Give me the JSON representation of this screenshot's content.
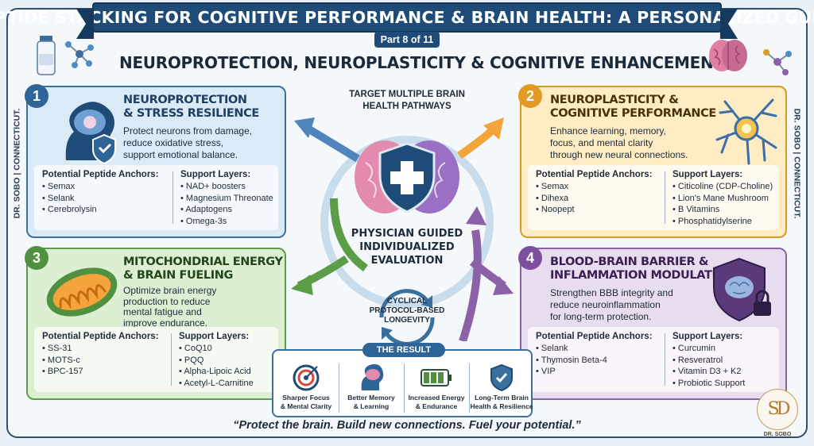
{
  "header": {
    "title": "PEPTIDE STACKING FOR COGNITIVE PERFORMANCE & BRAIN HEALTH: A PERSONALIZED GUIDE",
    "part": "Part 8 of 11",
    "subtitle": "NEUROPROTECTION, NEUROPLASTICITY & COGNITIVE ENHANCEMENT"
  },
  "side_label": "DR. SOBO | CONNECTICUT.",
  "center": {
    "target": "TARGET MULTIPLE BRAIN HEALTH PATHWAYS",
    "evaluation": "PHYSICIAN GUIDED INDIVIDUALIZED EVALUATION",
    "cyclical": "CYCLICAL PROTOCOL-BASED LONGEVITY"
  },
  "cards": [
    {
      "number": "1",
      "title_line1": "NEUROPROTECTION",
      "title_line2": "& STRESS RESILIENCE",
      "desc": [
        "Protect neurons from damage,",
        "reduce oxidative stress,",
        "support emotional balance."
      ],
      "anchors_label": "Potential Peptide Anchors:",
      "anchors": [
        "Semax",
        "Selank",
        "Cerebrolysin"
      ],
      "support_label": "Support Layers:",
      "support": [
        "NAD+ boosters",
        "Magnesium Threonate",
        "Adaptogens",
        "Omega-3s"
      ],
      "icon": "brain-shield-icon"
    },
    {
      "number": "2",
      "title_line1": "NEUROPLASTICITY &",
      "title_line2": "COGNITIVE PERFORMANCE",
      "desc": [
        "Enhance learning, memory,",
        "focus, and mental clarity",
        "through new neural connections."
      ],
      "anchors_label": "Potential Peptide Anchors:",
      "anchors": [
        "Semax",
        "Dihexa",
        "Noopept"
      ],
      "support_label": "Support Layers:",
      "support": [
        "Citicoline (CDP-Choline)",
        "Lion's Mane Mushroom",
        "B Vitamins",
        "Phosphatidylserine"
      ],
      "icon": "neuron-icon"
    },
    {
      "number": "3",
      "title_line1": "MITOCHONDRIAL ENERGY",
      "title_line2": "& BRAIN FUELING",
      "desc": [
        "Optimize brain energy",
        "production to reduce",
        "mental fatigue and",
        "improve endurance."
      ],
      "anchors_label": "Potential Peptide Anchors:",
      "anchors": [
        "SS-31",
        "MOTS-c",
        "BPC-157"
      ],
      "support_label": "Support Layers:",
      "support": [
        "CoQ10",
        "PQQ",
        "Alpha-Lipoic Acid",
        "Acetyl-L-Carnitine"
      ],
      "icon": "mitochondria-icon"
    },
    {
      "number": "4",
      "title_line1": "BLOOD-BRAIN BARRIER &",
      "title_line2": "INFLAMMATION MODULATION",
      "desc": [
        "Strengthen BBB integrity and",
        "reduce neuroinflammation",
        "for long-term protection."
      ],
      "anchors_label": "Potential Peptide Anchors:",
      "anchors": [
        "Selank",
        "Thymosin Beta-4",
        "VIP"
      ],
      "support_label": "Support Layers:",
      "support": [
        "Curcumin",
        "Resveratrol",
        "Vitamin D3 + K2",
        "Probiotic Support"
      ],
      "icon": "shield-lock-icon"
    }
  ],
  "result": {
    "label": "THE RESULT",
    "items": [
      {
        "line1": "Sharper Focus",
        "line2": "& Mental Clarity",
        "icon": "target-icon"
      },
      {
        "line1": "Better Memory",
        "line2": "& Learning",
        "icon": "brain-icon"
      },
      {
        "line1": "Increased Energy",
        "line2": "& Endurance",
        "icon": "battery-icon"
      },
      {
        "line1": "Long-Term Brain",
        "line2": "Health & Resilience",
        "icon": "shield-icon"
      }
    ]
  },
  "quote": "“Protect the brain. Build new connections. Fuel your potential.”",
  "logo": {
    "monogram": "SD",
    "name": "DR. SOBO"
  },
  "colors": {
    "navy": "#1f4b78",
    "blue": "#3a6f9e",
    "orange": "#e39a22",
    "green": "#5c9e47",
    "purple": "#8b62a8"
  }
}
